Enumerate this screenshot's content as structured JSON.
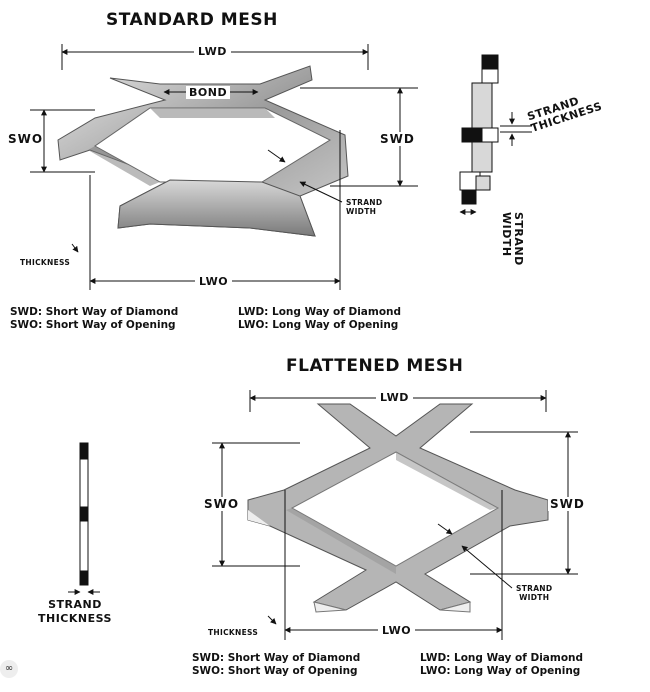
{
  "standard": {
    "title": "STANDARD MESH",
    "lwd": "LWD",
    "bond": "BOND",
    "swo": "SWO",
    "swd": "SWD",
    "strand_width": "STRAND\nWIDTH",
    "thickness": "THICKNESS",
    "lwo": "LWO",
    "legend": {
      "swd": "SWD: Short Way of Diamond",
      "swo": "SWO: Short Way of Opening",
      "lwd": "LWD: Long Way of Diamond",
      "lwo": "LWO: Long Way of Opening"
    },
    "profile": {
      "strand_thickness": "STRAND\nTHICKNESS",
      "strand_width": "STRAND\nWIDTH"
    }
  },
  "flattened": {
    "title": "FLATTENED MESH",
    "lwd": "LWD",
    "swo": "SWO",
    "swd": "SWD",
    "strand_width": "STRAND\nWIDTH",
    "thickness": "THICKNESS",
    "lwo": "LWO",
    "legend": {
      "swd": "SWD: Short Way of Diamond",
      "swo": "SWO: Short Way of Opening",
      "lwd": "LWD: Long Way of Diamond",
      "lwo": "LWO: Long Way of Opening"
    },
    "profile": {
      "strand_thickness": "STRAND\nTHICKNESS"
    }
  }
}
